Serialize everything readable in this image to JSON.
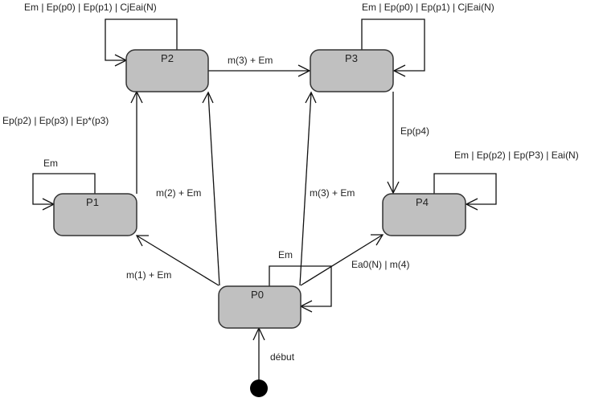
{
  "diagram": {
    "type": "state-machine",
    "start": {
      "id": "start",
      "label": "début",
      "target": "P0"
    },
    "states": [
      {
        "id": "P0",
        "label": "P0"
      },
      {
        "id": "P1",
        "label": "P1"
      },
      {
        "id": "P2",
        "label": "P2"
      },
      {
        "id": "P3",
        "label": "P3"
      },
      {
        "id": "P4",
        "label": "P4"
      }
    ],
    "transitions": [
      {
        "id": "p0-p1",
        "from": "P0",
        "to": "P1",
        "label": "m(1) + Em"
      },
      {
        "id": "p0-p2",
        "from": "P0",
        "to": "P2",
        "label": "m(2) + Em"
      },
      {
        "id": "p0-p3",
        "from": "P0",
        "to": "P3",
        "label": "m(3) + Em"
      },
      {
        "id": "p0-p4",
        "from": "P0",
        "to": "P4",
        "label": "Ea0(N) | m(4)"
      },
      {
        "id": "p1-p2",
        "from": "P1",
        "to": "P2",
        "label": "Ep(p2) | Ep(p3) | Ep*(p3)"
      },
      {
        "id": "p2-p3",
        "from": "P2",
        "to": "P3",
        "label": "m(3) + Em"
      },
      {
        "id": "p3-p4",
        "from": "P3",
        "to": "P4",
        "label": "Ep(p4)"
      },
      {
        "id": "p0-self",
        "from": "P0",
        "to": "P0",
        "label": "Em"
      },
      {
        "id": "p1-self",
        "from": "P1",
        "to": "P1",
        "label": "Em"
      },
      {
        "id": "p2-self",
        "from": "P2",
        "to": "P2",
        "label": "Em | Ep(p0) | Ep(p1) | CjEai(N)"
      },
      {
        "id": "p3-self",
        "from": "P3",
        "to": "P3",
        "label": "Em | Ep(p0) | Ep(p1) | CjEai(N)"
      },
      {
        "id": "p4-self",
        "from": "P4",
        "to": "P4",
        "label": "Em | Ep(p2) | Ep(P3) | Eai(N)"
      }
    ]
  }
}
